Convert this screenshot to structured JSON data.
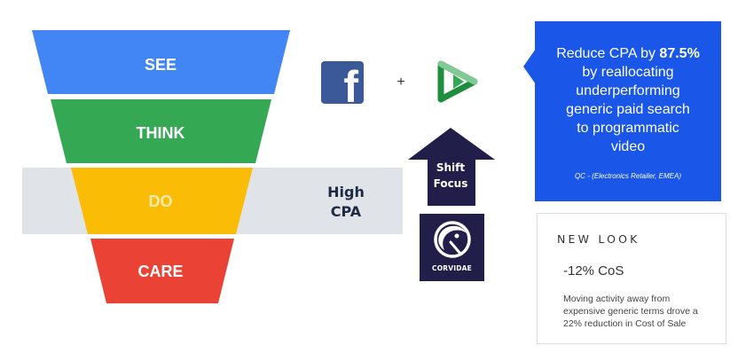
{
  "funnel": {
    "stages": [
      {
        "label": "SEE",
        "color": "#4285f4",
        "text_color": "#ffffff"
      },
      {
        "label": "THINK",
        "color": "#34a853",
        "text_color": "#ffffff"
      },
      {
        "label": "DO",
        "color": "#fbbc05",
        "text_color": "#fdebb0"
      },
      {
        "label": "CARE",
        "color": "#ea4335",
        "text_color": "#ffffff"
      }
    ],
    "band_color": "#e0e3e8",
    "high_cpa_lines": [
      "High",
      "CPA"
    ]
  },
  "channels": {
    "facebook_icon": "facebook-icon",
    "facebook_letter": "f",
    "plus": "+",
    "dv360_icon": "display-video-360-icon"
  },
  "shift_focus": {
    "lines": [
      "Shift",
      "Focus"
    ],
    "color": "#211f4a"
  },
  "corvidae": {
    "icon": "corvidae-crow-logo",
    "name": "CORVIDAE",
    "color": "#211f4a"
  },
  "callout": {
    "lines": [
      {
        "pre": "Reduce CPA by ",
        "bold": "87.5%"
      },
      {
        "pre": "by reallocating"
      },
      {
        "pre": "underperforming"
      },
      {
        "pre": "generic paid search"
      },
      {
        "pre": "to programmatic"
      },
      {
        "pre": "video"
      }
    ],
    "source": "QC - (Electronics Retailer, EMEA)",
    "color": "#1a56e8"
  },
  "new_look": {
    "logo_text": "NEW LOOK",
    "metric": "-12% CoS",
    "description_lines": [
      "Moving activity away from",
      "expensive generic terms drove a",
      "22% reduction in Cost of Sale"
    ]
  }
}
